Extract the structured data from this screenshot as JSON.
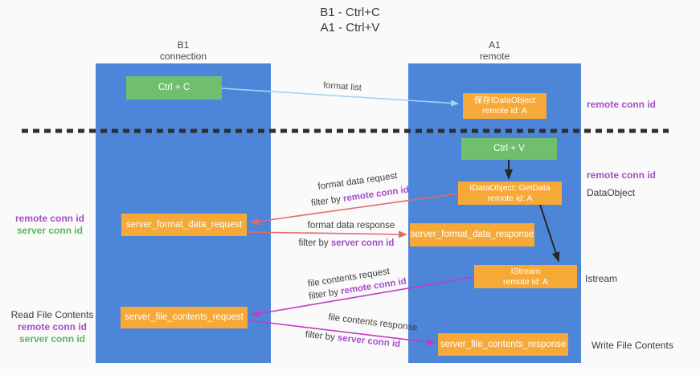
{
  "title": {
    "line1": "B1 - Ctrl+C",
    "line2": "A1 - Ctrl+V"
  },
  "lanes": {
    "left": {
      "name": "B1",
      "subtitle": "connection"
    },
    "right": {
      "name": "A1",
      "subtitle": "remote"
    }
  },
  "boxes": {
    "ctrl_c": "Ctrl + C",
    "ctrl_v": "Ctrl + V",
    "save_idataobject": {
      "line1": "保存IDataObject",
      "line2": "remote id: A"
    },
    "idataobject_getdata": {
      "line1": "IDataObject::GetData",
      "line2": "remote id: A"
    },
    "istream": {
      "line1": "IStream",
      "line2": "remote id: A"
    },
    "server_format_data_request": "server_format_data_request",
    "server_format_data_response": "server_format_data_response",
    "server_file_contents_request": "server_file_contents_request",
    "server_file_contents_response": "server_file_contents_response"
  },
  "arrow_labels": {
    "format_list": "format list",
    "format_data_request": "format data request",
    "format_data_response": "format data response",
    "file_contents_request": "file contents request",
    "file_contents_response": "file contents response",
    "filter_by": "filter by ",
    "remote_conn_id": "remote conn id",
    "server_conn_id": "server conn id"
  },
  "side_labels": {
    "right_remote_conn_id_1": "remote conn id",
    "right_remote_conn_id_2": "remote conn id",
    "dataobject": "DataObject",
    "istream": "Istream",
    "write_file_contents": "Write File Contents",
    "left_remote_conn_id_1": "remote conn id",
    "left_server_conn_id_1": "server conn id",
    "read_file_contents": "Read File Contents",
    "left_remote_conn_id_2": "remote conn id",
    "left_server_conn_id_2": "server conn id"
  },
  "colors": {
    "lane_blue": "#4d86d9",
    "box_green": "#6fbf6e",
    "box_orange": "#f7a937",
    "arrow_light_blue": "#a7d3f0",
    "arrow_red": "#e06b6b",
    "arrow_magenta": "#c53ac5",
    "arrow_black": "#262626",
    "dashed_separator": "#2e2e2e",
    "text_purple": "#a64dc9",
    "text_green": "#58b858",
    "text_dark": "#3c3c3c",
    "background": "#fafafa"
  }
}
